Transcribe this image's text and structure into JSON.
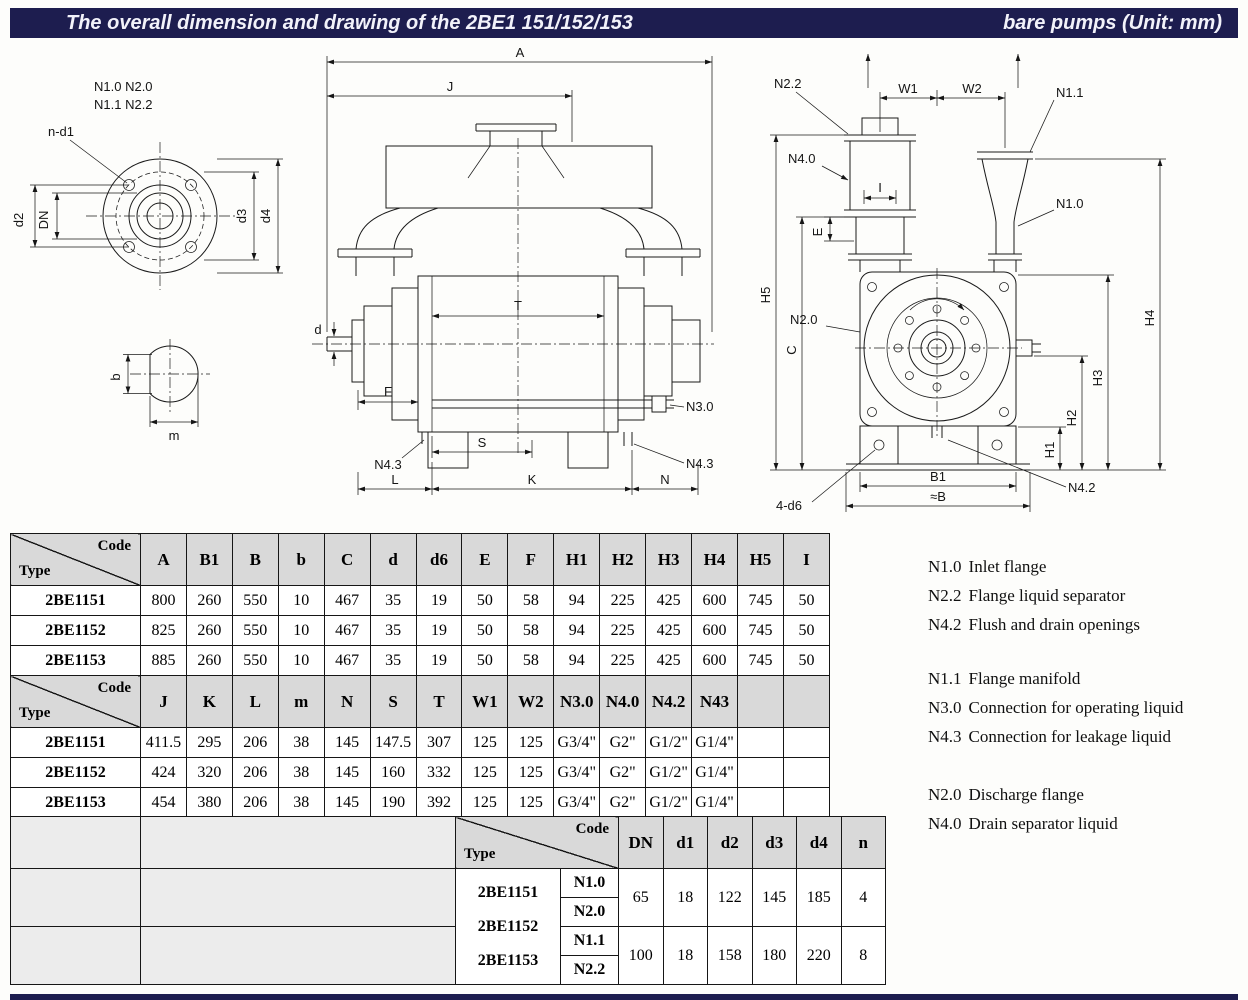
{
  "header": {
    "title_left": "The overall dimension and drawing of the 2BE1 151/152/153",
    "title_right": "bare pumps (Unit: mm)"
  },
  "drawings": {
    "flange": {
      "codes_line1": "N1.0  N2.0",
      "codes_line2": "N1.1  N2.2",
      "bolt_label": "n-d1",
      "d2": "d2",
      "DN": "DN",
      "d3": "d3",
      "d4": "d4",
      "b": "b",
      "m": "m"
    },
    "front": {
      "A": "A",
      "J": "J",
      "T": "T",
      "d": "d",
      "F": "F",
      "S": "S",
      "L": "L",
      "K": "K",
      "N": "N",
      "N30": "N3.0",
      "N43_left": "N4.3",
      "N43_right": "N4.3"
    },
    "side": {
      "N22": "N2.2",
      "W1": "W1",
      "W2": "W2",
      "N11": "N1.1",
      "N40": "N4.0",
      "E": "E",
      "I": "I",
      "N10": "N1.0",
      "H5": "H5",
      "C": "C",
      "N20": "N2.0",
      "H1": "H1",
      "H2": "H2",
      "H3": "H3",
      "H4": "H4",
      "B1": "B1",
      "B": "≈B",
      "bolts": "4-d6",
      "N42": "N4.2"
    }
  },
  "table": {
    "corner": {
      "code": "Code",
      "type": "Type"
    },
    "section1": {
      "columns": [
        "A",
        "B1",
        "B",
        "b",
        "C",
        "d",
        "d6",
        "E",
        "F",
        "H1",
        "H2",
        "H3",
        "H4",
        "H5",
        "I"
      ],
      "rows": [
        {
          "type": "2BE1151",
          "v": [
            "800",
            "260",
            "550",
            "10",
            "467",
            "35",
            "19",
            "50",
            "58",
            "94",
            "225",
            "425",
            "600",
            "745",
            "50"
          ]
        },
        {
          "type": "2BE1152",
          "v": [
            "825",
            "260",
            "550",
            "10",
            "467",
            "35",
            "19",
            "50",
            "58",
            "94",
            "225",
            "425",
            "600",
            "745",
            "50"
          ]
        },
        {
          "type": "2BE1153",
          "v": [
            "885",
            "260",
            "550",
            "10",
            "467",
            "35",
            "19",
            "50",
            "58",
            "94",
            "225",
            "425",
            "600",
            "745",
            "50"
          ]
        }
      ]
    },
    "section2": {
      "columns": [
        "J",
        "K",
        "L",
        "m",
        "N",
        "S",
        "T",
        "W1",
        "W2",
        "N3.0",
        "N4.0",
        "N4.2",
        "N43",
        "",
        ""
      ],
      "rows": [
        {
          "type": "2BE1151",
          "v": [
            "411.5",
            "295",
            "206",
            "38",
            "145",
            "147.5",
            "307",
            "125",
            "125",
            "G3/4\"",
            "G2\"",
            "G1/2\"",
            "G1/4\"",
            "",
            ""
          ]
        },
        {
          "type": "2BE1152",
          "v": [
            "424",
            "320",
            "206",
            "38",
            "145",
            "160",
            "332",
            "125",
            "125",
            "G3/4\"",
            "G2\"",
            "G1/2\"",
            "G1/4\"",
            "",
            ""
          ]
        },
        {
          "type": "2BE1153",
          "v": [
            "454",
            "380",
            "206",
            "38",
            "145",
            "190",
            "392",
            "125",
            "125",
            "G3/4\"",
            "G2\"",
            "G1/2\"",
            "G1/4\"",
            "",
            ""
          ]
        }
      ]
    },
    "section3": {
      "columns": [
        "DN",
        "d1",
        "d2",
        "d3",
        "d4",
        "n"
      ],
      "types": [
        "2BE1151",
        "2BE1152",
        "2BE1153"
      ],
      "codes": [
        "N1.0",
        "N2.0",
        "N1.1",
        "N2.2"
      ],
      "rows": [
        {
          "v": [
            "65",
            "18",
            "122",
            "145",
            "185",
            "4"
          ]
        },
        {
          "v": [
            "100",
            "18",
            "158",
            "180",
            "220",
            "8"
          ]
        }
      ]
    }
  },
  "legend": {
    "groups": [
      [
        {
          "code": "N1.0",
          "text": "Inlet flange"
        },
        {
          "code": "N2.2",
          "text": "Flange liquid separator"
        },
        {
          "code": "N4.2",
          "text": "Flush and drain openings"
        }
      ],
      [
        {
          "code": "N1.1",
          "text": "Flange manifold"
        },
        {
          "code": "N3.0",
          "text": "Connection for operating liquid"
        },
        {
          "code": "N4.3",
          "text": "Connection for leakage liquid"
        }
      ],
      [
        {
          "code": "N2.0",
          "text": "Discharge flange"
        },
        {
          "code": "N4.0",
          "text": "Drain separator liquid"
        }
      ]
    ]
  }
}
